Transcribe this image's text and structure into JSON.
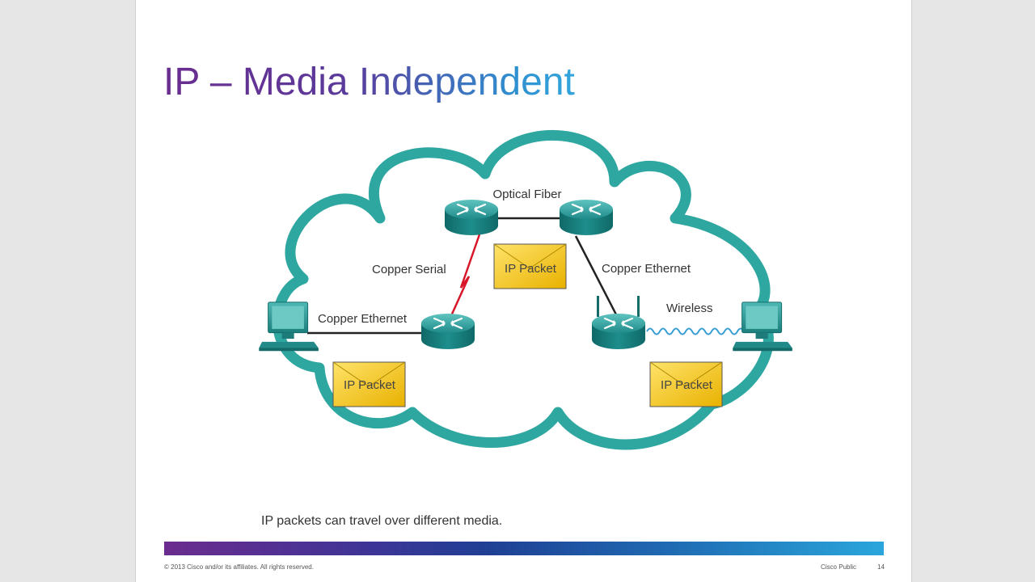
{
  "slide": {
    "title": "IP – Media Independent",
    "caption": "IP packets can travel over different media.",
    "copyright": "© 2013 Cisco and/or its affiliates. All rights reserved.",
    "classification": "Cisco Public",
    "page_number": "14"
  },
  "diagram": {
    "links": {
      "optical_fiber": "Optical Fiber",
      "copper_serial": "Copper Serial",
      "copper_ethernet_right": "Copper Ethernet",
      "copper_ethernet_left": "Copper Ethernet",
      "wireless": "Wireless"
    },
    "packets": {
      "center": "IP Packet",
      "left": "IP Packet",
      "right": "IP Packet"
    }
  },
  "colors": {
    "cloud": "#2ea6a0",
    "router": "#1f8f8f",
    "serial_link": "#d8182a",
    "wireless": "#3a9fd6",
    "packet": "#f2c21b"
  }
}
